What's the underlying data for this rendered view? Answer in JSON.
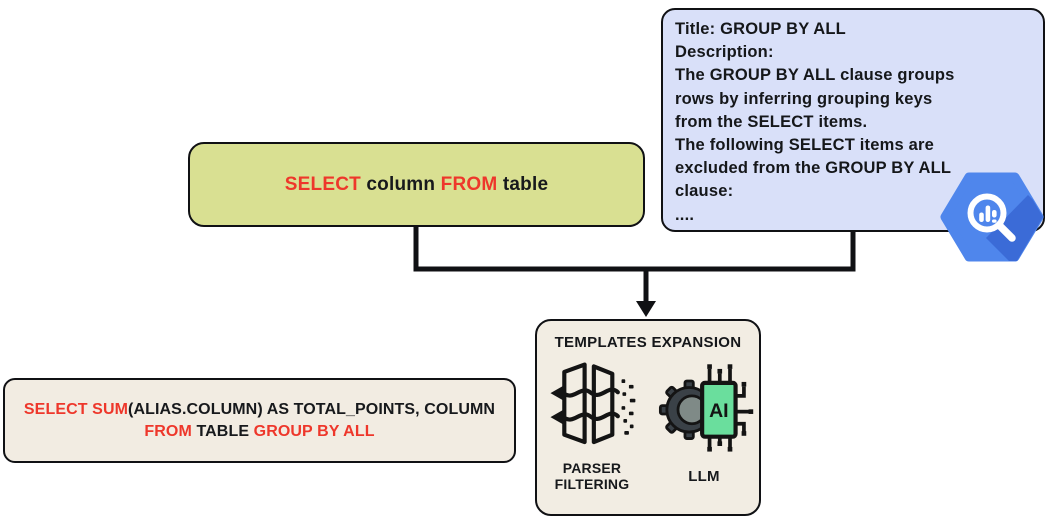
{
  "colors": {
    "accent_red": "#ee372b",
    "ink": "#17191c",
    "green_box_fill": "#d9e092",
    "blue_box_fill": "#d9e0f9",
    "beige_box_fill": "#f2ede3",
    "bigquery_blue": "#4f86ec",
    "bigquery_shadow": "#3b6bd7",
    "ai_chip_green": "#6ade9d"
  },
  "green_box": {
    "segments": [
      {
        "text": "SELECT "
      },
      {
        "text": "column "
      },
      {
        "text": "FROM "
      },
      {
        "text": "table"
      }
    ]
  },
  "blue_box": {
    "text": "Title: GROUP BY ALL\nDescription:\nThe GROUP BY ALL clause groups\nrows by inferring grouping keys\nfrom the SELECT items.\nThe following SELECT items are\nexcluded from the GROUP BY ALL\nclause:\n...."
  },
  "templates_box": {
    "title": "TEMPLATES EXPANSION",
    "parser_label": "PARSER\nFILTERING",
    "llm_label": "LLM",
    "ai_chip_label": "AI"
  },
  "query_box": {
    "line1": [
      {
        "text": "SELECT SUM"
      },
      {
        "text": "(ALIAS.COLUMN) AS TOTAL_POINTS, COLUMN"
      }
    ],
    "line2": [
      {
        "text": "FROM"
      },
      {
        "text": " TABLE "
      },
      {
        "text": "GROUP BY ALL"
      }
    ]
  },
  "icons": [
    {
      "name": "bigquery-icon"
    },
    {
      "name": "parser-filtering-icon"
    },
    {
      "name": "llm-chip-icon"
    }
  ]
}
